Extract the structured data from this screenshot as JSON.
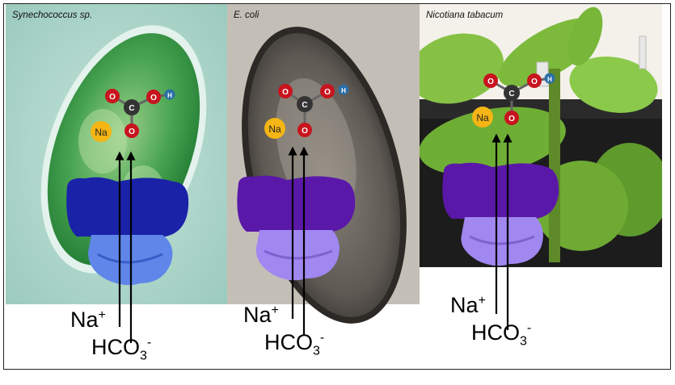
{
  "panels": [
    {
      "title": "Synechococcus sp.",
      "ion_top": "Na",
      "ion_top_sup": "+",
      "ion_bottom": "HCO",
      "ion_bottom_sub": "3",
      "ion_bottom_sup": "-"
    },
    {
      "title": "E. coli",
      "ion_top": "Na",
      "ion_top_sup": "+",
      "ion_bottom": "HCO",
      "ion_bottom_sub": "3",
      "ion_bottom_sup": "-"
    },
    {
      "title": "Nicotiana tabacum",
      "ion_top": "Na",
      "ion_top_sup": "+",
      "ion_bottom": "HCO",
      "ion_bottom_sub": "3",
      "ion_bottom_sup": "-"
    }
  ],
  "molecule": {
    "na": "Na",
    "o": "O",
    "c": "C",
    "h": "H"
  },
  "colors": {
    "cyan_bg": "#a9d2c8",
    "cyan_cell": "#3f9a48",
    "ecoli_bg": "#c2bdb4",
    "ecoli_cell": "#4a4642",
    "plant_leaf": "#7cb83a",
    "plant_bg": "#f4f2ec",
    "protein_blue_dark": "#1a22a8",
    "protein_blue_light": "#5f86e8",
    "protein_purple_dark": "#5a18a8",
    "protein_purple_light": "#a187f0",
    "oxygen": "#c8141e",
    "carbon": "#333333",
    "hydrogen": "#2b6fa6",
    "sodium": "#f5b515"
  }
}
